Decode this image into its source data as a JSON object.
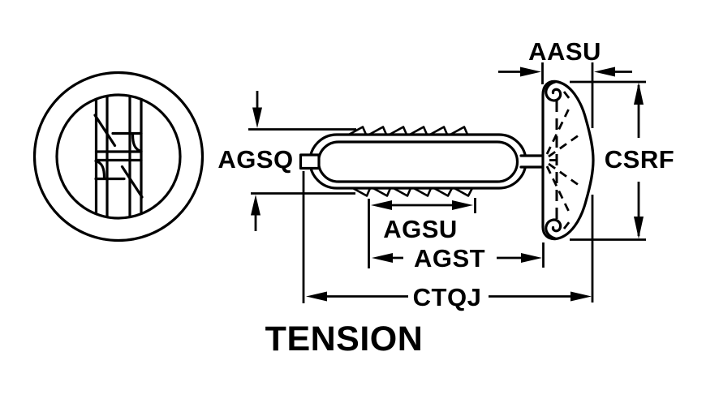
{
  "drawing": {
    "title_label": "TENSION",
    "dimension_labels": {
      "aasu": "AASU",
      "csrf": "CSRF",
      "agsq": "AGSQ",
      "agsu": "AGSU",
      "agst": "AGST",
      "ctqj": "CTQJ"
    },
    "colors": {
      "line": "#000000",
      "background": "#FFFFFF"
    }
  }
}
